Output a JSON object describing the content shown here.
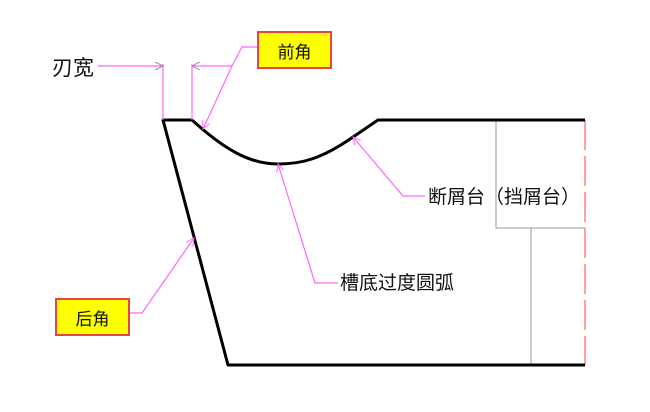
{
  "labels": {
    "blade_width": "刃宽",
    "rake_angle": "前角",
    "clearance_angle": "后角",
    "chip_breaker": "断屑台（挡屑台）",
    "groove_arc": "槽底过度圆弧"
  },
  "colors": {
    "outline": "#000000",
    "leader": "#ff66ff",
    "box_fill": "#ffff00",
    "box_border": "#e8453c",
    "guide": "#999999",
    "centerline": "#ff4444"
  }
}
